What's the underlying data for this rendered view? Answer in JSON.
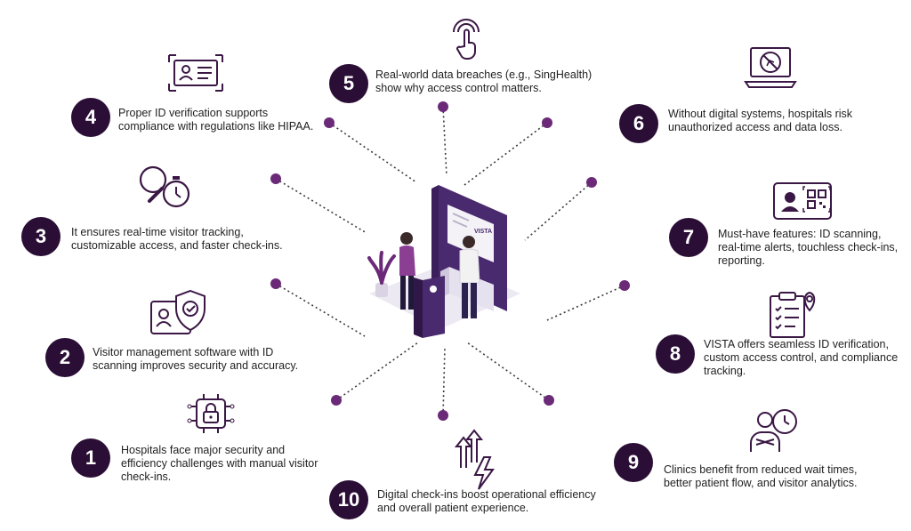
{
  "colors": {
    "badge": "#2b0e36",
    "accent": "#6b2a78",
    "icon_stroke": "#3a1744",
    "booth": "#4a2a6e",
    "text": "#1f1f1f"
  },
  "items": [
    {
      "number": "1",
      "icon": "security-chip-icon",
      "lines": [
        "Hospitals face major security and",
        "efficiency challenges with manual visitor",
        "check-ins."
      ]
    },
    {
      "number": "2",
      "icon": "id-card-shield-icon",
      "lines": [
        "Visitor management software with ID",
        "scanning improves security and accuracy."
      ]
    },
    {
      "number": "3",
      "icon": "magnifier-stopwatch-icon",
      "lines": [
        "It ensures real-time visitor tracking,",
        "customizable access, and faster check-ins."
      ]
    },
    {
      "number": "4",
      "icon": "id-card-icon",
      "lines": [
        "Proper ID verification supports",
        "compliance with regulations like HIPAA."
      ]
    },
    {
      "number": "5",
      "icon": "touch-hand-icon",
      "lines": [
        "Real-world data breaches (e.g., SingHealth)",
        "show why access control matters."
      ]
    },
    {
      "number": "6",
      "icon": "laptop-blocked-icon",
      "lines": [
        "Without digital systems, hospitals risk",
        "unauthorized access and data loss."
      ]
    },
    {
      "number": "7",
      "icon": "id-qr-card-icon",
      "lines": [
        "Must-have features: ID scanning,",
        "real-time alerts, touchless check-ins,",
        "reporting."
      ]
    },
    {
      "number": "8",
      "icon": "checklist-location-icon",
      "lines": [
        "VISTA offers seamless ID verification,",
        "custom access control, and compliance",
        "tracking."
      ]
    },
    {
      "number": "9",
      "icon": "person-clock-icon",
      "lines": [
        "Clinics benefit from reduced wait times,",
        "better patient flow, and visitor analytics."
      ]
    },
    {
      "number": "10",
      "icon": "arrows-lightning-icon",
      "lines": [
        "Digital check-ins boost operational efficiency",
        "and overall patient experience."
      ]
    }
  ],
  "center": {
    "icon": "kiosk-illustration",
    "screen_label": "VISTA"
  }
}
